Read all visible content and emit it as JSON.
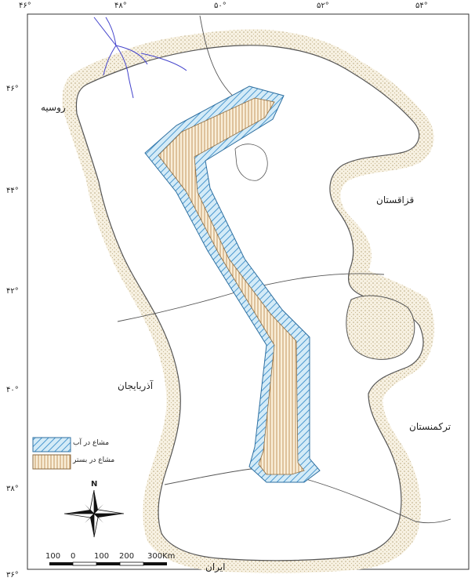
{
  "top_coords": [
    "۴۶°",
    "۴۸°",
    "۵۰°",
    "۵۲°",
    "۵۴°"
  ],
  "left_coords": [
    "۴۶°",
    "۴۴°",
    "۴۲°",
    "۴۰°",
    "۳۸°",
    "۳۶°"
  ],
  "countries": {
    "russia": "روسیه",
    "kazakhstan": "قزاقستان",
    "azerbaijan": "آذربایجان",
    "turkmenistan": "ترکمنستان",
    "iran": "ایران"
  },
  "legend": {
    "water": "مشاع در آب",
    "seabed": "مشاع در بستر"
  },
  "north": "N",
  "scale": {
    "labels": [
      "100",
      "0",
      "100",
      "200",
      "300Km"
    ]
  },
  "colors": {
    "water_zone": "#5fa8d8",
    "water_fill": "#cfe6f5",
    "seabed_zone": "#d9a86a",
    "seabed_fill": "#f8ecd4",
    "coast": "#555555",
    "shore_dots": "#d6c9a6",
    "rivers": "#4444cc"
  }
}
